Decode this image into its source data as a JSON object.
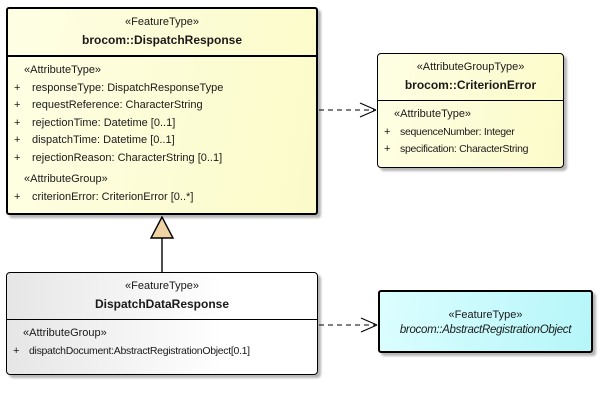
{
  "colors": {
    "yellow_a": "#fefee4",
    "yellow_b": "#fbfbc9",
    "gray_a": "#e6e6e6",
    "white": "#ffffff",
    "cyan_a": "#dcfeff",
    "cyan_b": "#b5f6f9",
    "border": "#000000",
    "text": "#1a1a1a",
    "triangle": "#efd3a2",
    "page_bg": "#ffffff"
  },
  "classes": [
    {
      "stereotype": "«FeatureType»",
      "name": "brocom::DispatchResponse",
      "sections": [
        {
          "stereotype": "«AttributeType»",
          "attributes": [
            {
              "v": "+",
              "t": "responseType: DispatchResponseType"
            },
            {
              "v": "+",
              "t": "requestReference: CharacterString"
            },
            {
              "v": "+",
              "t": "rejectionTime: Datetime [0..1]"
            },
            {
              "v": "+",
              "t": "dispatchTime: Datetime [0..1]"
            },
            {
              "v": "+",
              "t": "rejectionReason: CharacterString [0..1]"
            }
          ]
        },
        {
          "stereotype": "«AttributeGroup»",
          "attributes": [
            {
              "v": "+",
              "t": "criterionError: CriterionError [0..*]"
            }
          ]
        }
      ]
    },
    {
      "stereotype": "«AttributeGroupType»",
      "name": "brocom::CriterionError",
      "sections": [
        {
          "stereotype": "«AttributeType»",
          "attributes": [
            {
              "v": "+",
              "t": "sequenceNumber: Integer"
            },
            {
              "v": "+",
              "t": "specification: CharacterString"
            }
          ]
        }
      ]
    },
    {
      "stereotype": "«FeatureType»",
      "name": "DispatchDataResponse",
      "sections": [
        {
          "stereotype": "«AttributeGroup»",
          "attributes": [
            {
              "v": "+",
              "t": "dispatchDocument:AbstractRegistrationObject[0.1]"
            }
          ]
        }
      ]
    },
    {
      "stereotype": "«FeatureType»",
      "name": "brocom::AbstractRegistrationObject"
    }
  ],
  "connectors": [
    {
      "type": "generalization",
      "from": "DispatchDataResponse",
      "to": "brocom::DispatchResponse"
    },
    {
      "type": "dependency",
      "from": "brocom::DispatchResponse",
      "to": "brocom::CriterionError"
    },
    {
      "type": "dependency",
      "from": "DispatchDataResponse",
      "to": "brocom::AbstractRegistrationObject"
    }
  ]
}
